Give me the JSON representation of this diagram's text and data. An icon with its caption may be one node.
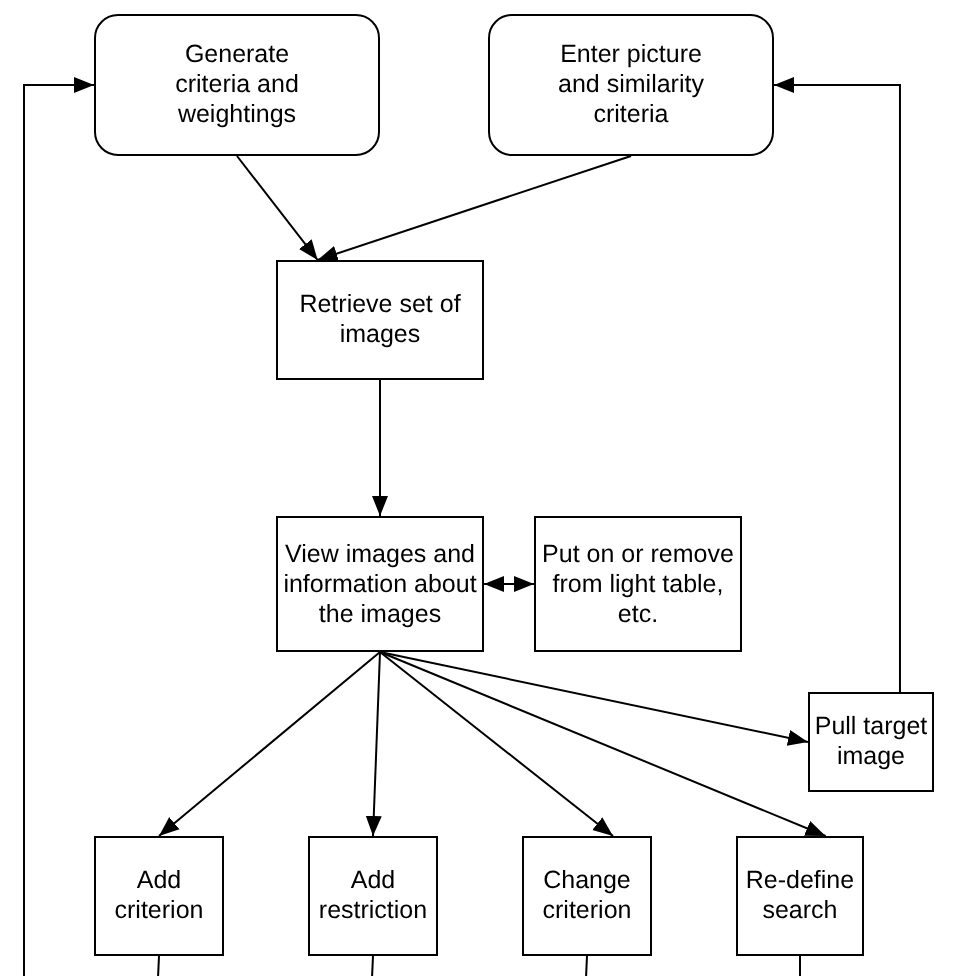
{
  "diagram": {
    "nodes": [
      {
        "text": [
          "Generate criteria and weightings"
        ]
      },
      {
        "text": [
          "Enter picture and similarity criteria"
        ]
      },
      {
        "text": [
          "Retrieve set of images"
        ]
      },
      {
        "text": [
          "View images and information about the images"
        ]
      },
      {
        "text": [
          "Put on or remove from light table, etc."
        ]
      },
      {
        "text": [
          "Pull target image"
        ]
      },
      {
        "text": [
          "Add criterion"
        ]
      },
      {
        "text": [
          "Add restriction"
        ]
      },
      {
        "text": [
          "Change criterion"
        ]
      },
      {
        "text": [
          "Re-define search"
        ]
      }
    ],
    "edges": [
      {
        "from": 0,
        "to": 2,
        "arrow": "to"
      },
      {
        "from": 1,
        "to": 2,
        "arrow": "to"
      },
      {
        "from": 2,
        "to": 3,
        "arrow": "to"
      },
      {
        "from": 3,
        "to": 4,
        "arrow": "both"
      },
      {
        "from": 3,
        "to": 5,
        "arrow": "to"
      },
      {
        "from": 3,
        "to": 6,
        "arrow": "to"
      },
      {
        "from": 3,
        "to": 7,
        "arrow": "to"
      },
      {
        "from": 3,
        "to": 8,
        "arrow": "to"
      },
      {
        "from": 3,
        "to": 9,
        "arrow": "to"
      },
      {
        "from": 5,
        "to": 1,
        "arrow": "to"
      },
      {
        "from": 6,
        "to": null,
        "arrow": "none"
      },
      {
        "from": 7,
        "to": null,
        "arrow": "none"
      },
      {
        "from": 8,
        "to": null,
        "arrow": "none"
      },
      {
        "from": 9,
        "to": null,
        "arrow": "none"
      },
      {
        "from": null,
        "to": 0,
        "arrow": "to"
      }
    ]
  }
}
